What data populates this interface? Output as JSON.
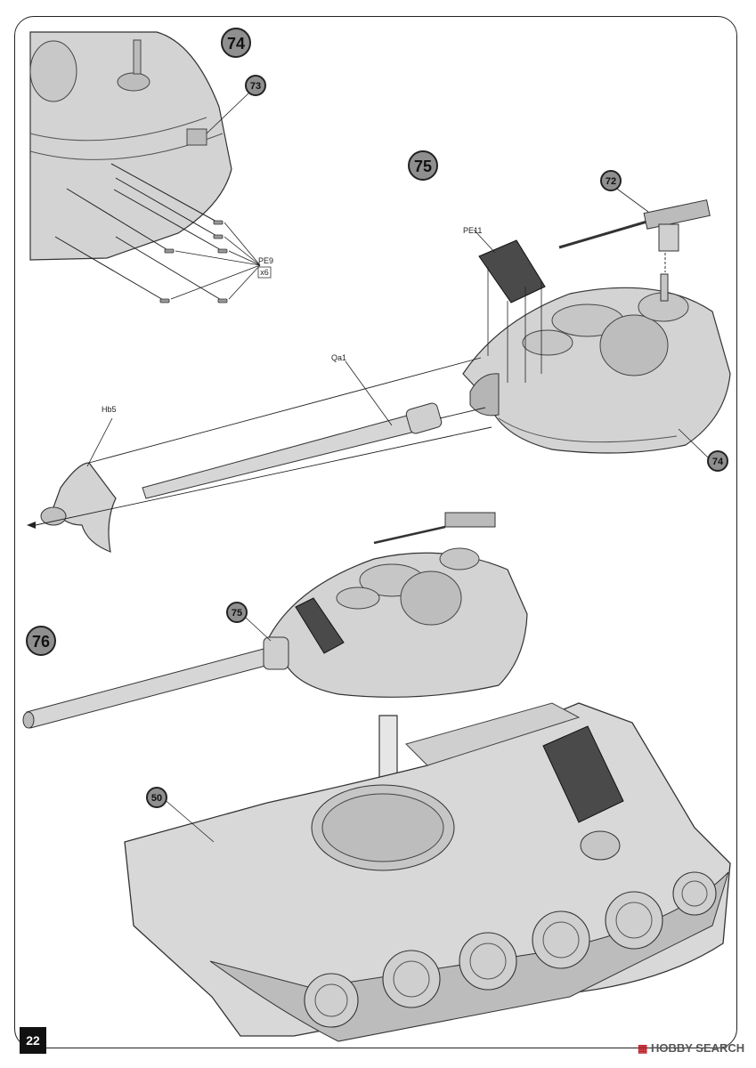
{
  "steps": {
    "step_74": "74",
    "step_75": "75",
    "step_76": "76"
  },
  "callouts": {
    "part_73": "73",
    "part_72": "72",
    "part_74": "74",
    "part_75": "75",
    "part_50": "50"
  },
  "part_labels": {
    "pe9": "PE9",
    "pe9_qty": "x6",
    "pe11": "PE11",
    "qa1": "Qa1",
    "hb5": "Hb5"
  },
  "footer": {
    "page_number": "22",
    "watermark": "HOBBY SEARCH"
  },
  "colors": {
    "part_gray": "#d3d3d3",
    "dark_part": "#4a4a4a",
    "callout_gray": "#8f8f8f",
    "watermark_red": "#c0202a"
  }
}
